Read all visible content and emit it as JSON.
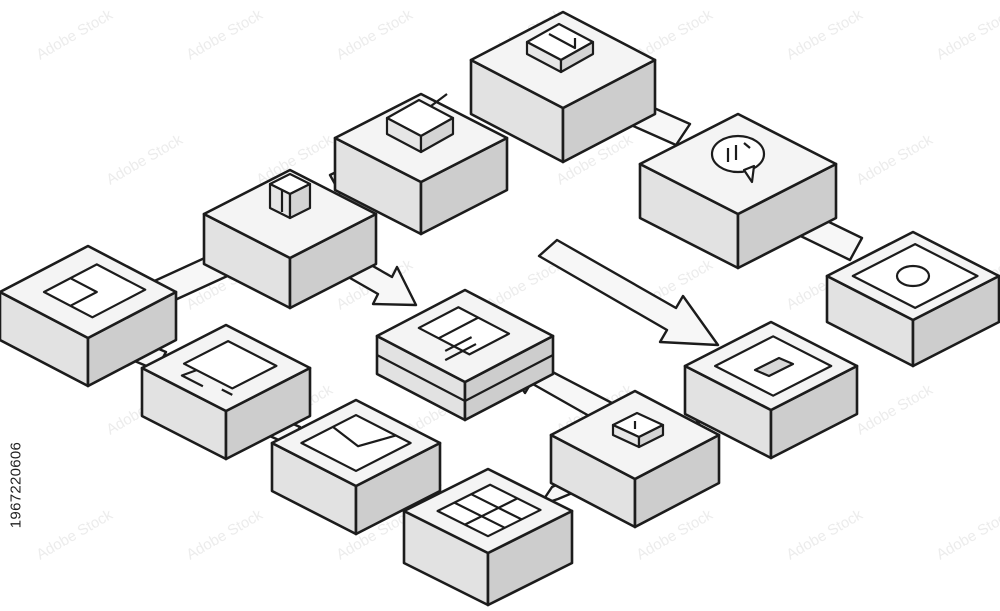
{
  "stock_id": "1967220606",
  "watermark": "Adobe Stock",
  "colors": {
    "stroke": "#1c1c1c",
    "top_face": "#f4f4f4",
    "left_face": "#e2e2e2",
    "right_face": "#cdcdcd",
    "connector": "#f7f7f7",
    "icon_fill": "#ffffff"
  },
  "blocks": [
    {
      "id": "block-1",
      "icon": "card-icon"
    },
    {
      "id": "block-2",
      "icon": "cube-icon"
    },
    {
      "id": "block-3",
      "icon": "gear-icon"
    },
    {
      "id": "block-4",
      "icon": "box-icon"
    },
    {
      "id": "block-5",
      "icon": "chat-bubble-icon"
    },
    {
      "id": "block-6",
      "icon": "ring-icon"
    },
    {
      "id": "block-7",
      "icon": "tag-icon"
    },
    {
      "id": "block-8",
      "icon": "key-icon"
    },
    {
      "id": "block-9",
      "icon": "grid-icon"
    },
    {
      "id": "block-10",
      "icon": "envelope-icon"
    },
    {
      "id": "block-11",
      "icon": "monitor-icon"
    },
    {
      "id": "block-12",
      "icon": "stacked-document-icon"
    }
  ],
  "arrows": [
    {
      "id": "arrow-block2-to-center"
    },
    {
      "id": "arrow-block5-to-block7"
    },
    {
      "id": "arrow-block8-to-center"
    },
    {
      "id": "arrow-block9-to-block8"
    }
  ]
}
